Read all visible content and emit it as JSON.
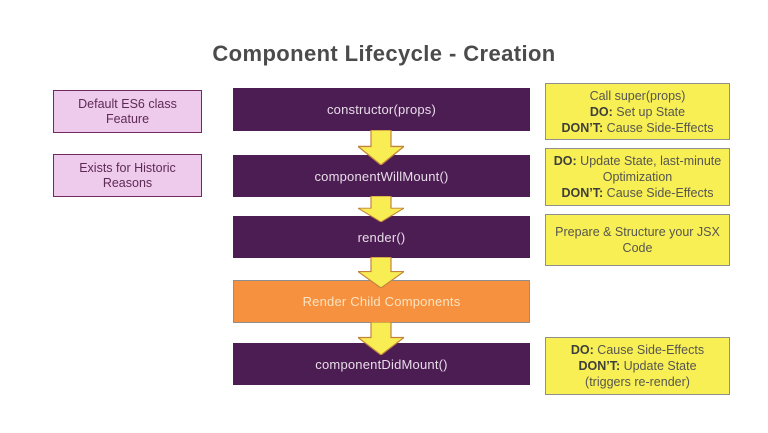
{
  "title": "Component Lifecycle - Creation",
  "colors": {
    "step_purple": "#4c1d52",
    "step_orange": "#f6913f",
    "note_yellow": "#f8ef55",
    "note_pink": "#eecaec",
    "arrow_fill": "#f8ee54",
    "arrow_stroke": "#c2833c"
  },
  "left_notes": [
    {
      "text": "Default ES6 class Feature"
    },
    {
      "text": "Exists for Historic Reasons"
    }
  ],
  "steps": [
    {
      "label": "constructor(props)"
    },
    {
      "label": "componentWillMount()"
    },
    {
      "label": "render()"
    },
    {
      "label": "Render Child Components"
    },
    {
      "label": "componentDidMount()"
    }
  ],
  "right_notes": [
    {
      "lines": [
        [
          {
            "b": false,
            "t": "Call super(props)"
          }
        ],
        [
          {
            "b": true,
            "t": "DO:"
          },
          {
            "b": false,
            "t": " Set up State"
          }
        ],
        [
          {
            "b": true,
            "t": "DON’T:"
          },
          {
            "b": false,
            "t": " Cause Side-Effects"
          }
        ]
      ]
    },
    {
      "lines": [
        [
          {
            "b": true,
            "t": "DO:"
          },
          {
            "b": false,
            "t": " Update State, last-minute Optimization"
          }
        ],
        [
          {
            "b": true,
            "t": "DON’T:"
          },
          {
            "b": false,
            "t": " Cause Side-Effects"
          }
        ]
      ]
    },
    {
      "lines": [
        [
          {
            "b": false,
            "t": "Prepare & Structure your JSX Code"
          }
        ]
      ]
    },
    {
      "lines": [
        [
          {
            "b": true,
            "t": "DO:"
          },
          {
            "b": false,
            "t": " Cause Side-Effects"
          }
        ],
        [
          {
            "b": true,
            "t": "DON’T:"
          },
          {
            "b": false,
            "t": " Update State"
          }
        ],
        [
          {
            "b": false,
            "t": "(triggers re-render)"
          }
        ]
      ]
    }
  ]
}
